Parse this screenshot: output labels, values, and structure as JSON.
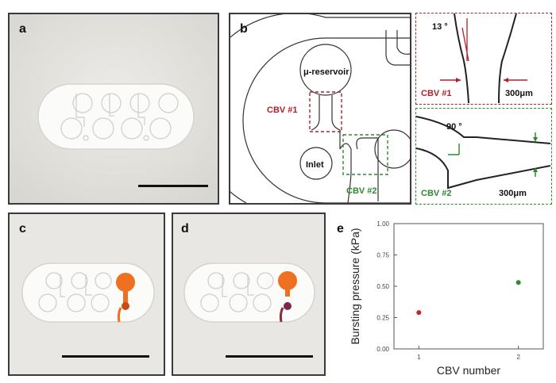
{
  "panel_labels": {
    "a": "a",
    "b": "b",
    "c": "c",
    "d": "d",
    "e": "e"
  },
  "schematic": {
    "reservoir_label": "μ-reservoir",
    "inlet_label": "Inlet",
    "cbv1_label": "CBV #1",
    "cbv2_label": "CBV #2"
  },
  "zoom_cbv1": {
    "angle_label": "13 °",
    "valve_label": "CBV #1",
    "width_label": "300μm"
  },
  "zoom_cbv2": {
    "angle_label": "90 °",
    "valve_label": "CBV #2",
    "width_label": "300μm"
  },
  "colors": {
    "cbv1": "#b0202a",
    "cbv2": "#2d8a2d",
    "dye": "#ee7020",
    "dye_dark": "#8a2a3a"
  },
  "chart_data": {
    "type": "scatter",
    "xlabel": "CBV number",
    "ylabel": "Bursting pressure (kPa)",
    "x_ticks": [
      "1",
      "2"
    ],
    "y_ticks": [
      "0.00",
      "0.25",
      "0.50",
      "0.75",
      "1.00"
    ],
    "xlim": [
      0.75,
      2.25
    ],
    "ylim": [
      0,
      1.0
    ],
    "points": [
      {
        "x": 1,
        "y": 0.29,
        "color": "#c0282a"
      },
      {
        "x": 2,
        "y": 0.53,
        "color": "#2d8a2d"
      }
    ],
    "grid": false
  }
}
